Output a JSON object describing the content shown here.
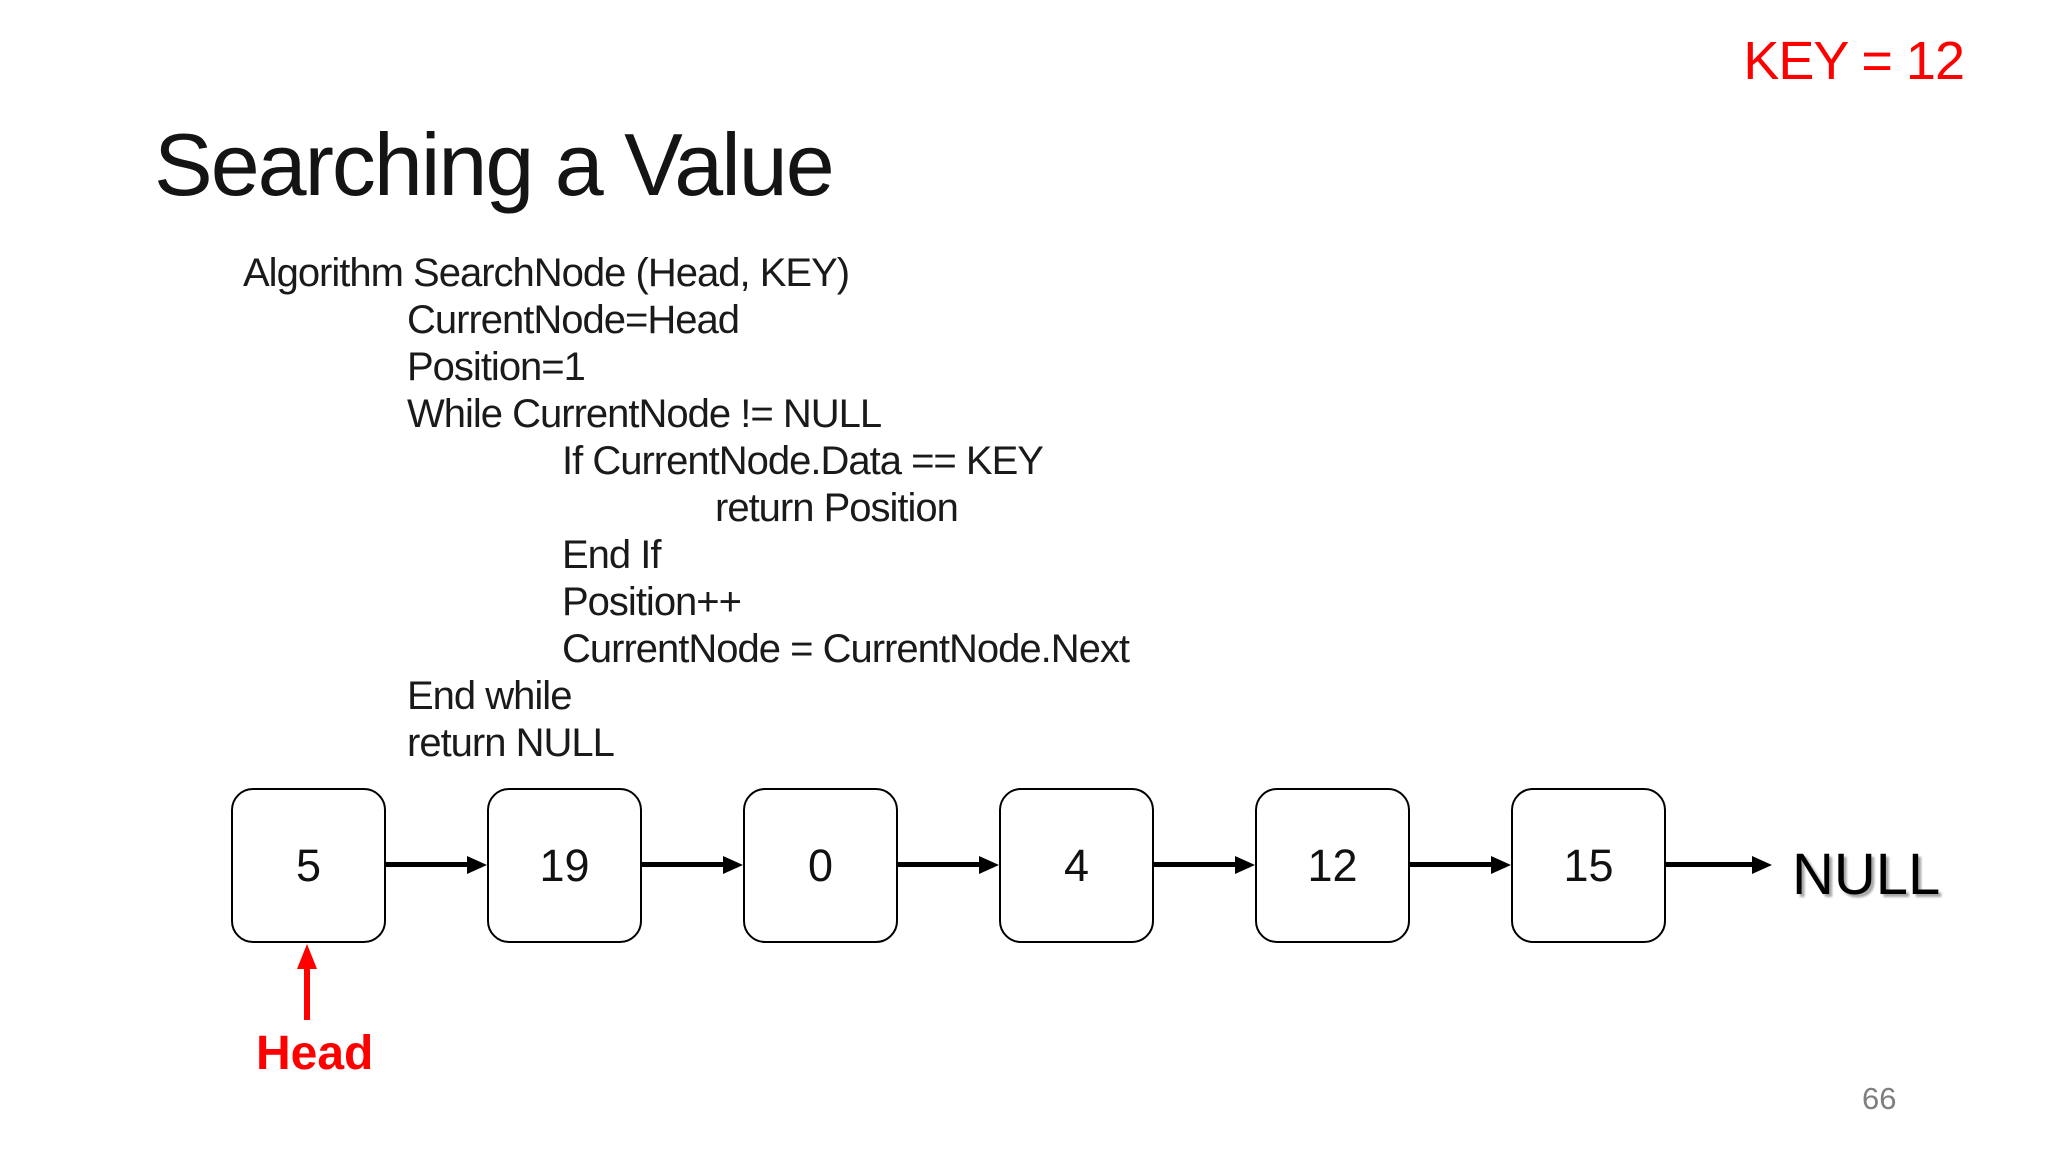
{
  "slide": {
    "annotation": {
      "key_label": "KEY = 12"
    },
    "title": "Searching a Value",
    "algorithm": {
      "lines": [
        {
          "text": "Algorithm SearchNode (Head, KEY)",
          "indent": 0
        },
        {
          "text": "CurrentNode=Head",
          "indent": 1
        },
        {
          "text": "Position=1",
          "indent": 1
        },
        {
          "text": "While CurrentNode != NULL",
          "indent": 1
        },
        {
          "text": "If CurrentNode.Data == KEY",
          "indent": 2
        },
        {
          "text": "return Position",
          "indent": 3
        },
        {
          "text": "End If",
          "indent": 2
        },
        {
          "text": "Position++",
          "indent": 2
        },
        {
          "text": "CurrentNode = CurrentNode.Next",
          "indent": 2
        },
        {
          "text": "End while",
          "indent": 1
        },
        {
          "text": "return NULL",
          "indent": 1
        }
      ]
    },
    "linked_list": {
      "nodes": [
        "5",
        "19",
        "0",
        "4",
        "12",
        "15"
      ],
      "terminator_label": "NULL",
      "head_label": "Head"
    },
    "page_number": "66",
    "colors": {
      "accent_red": "#ff0000",
      "text_black": "#1a1a1a",
      "page_number_gray": "#7f7f7f",
      "node_border": "#000000"
    }
  }
}
